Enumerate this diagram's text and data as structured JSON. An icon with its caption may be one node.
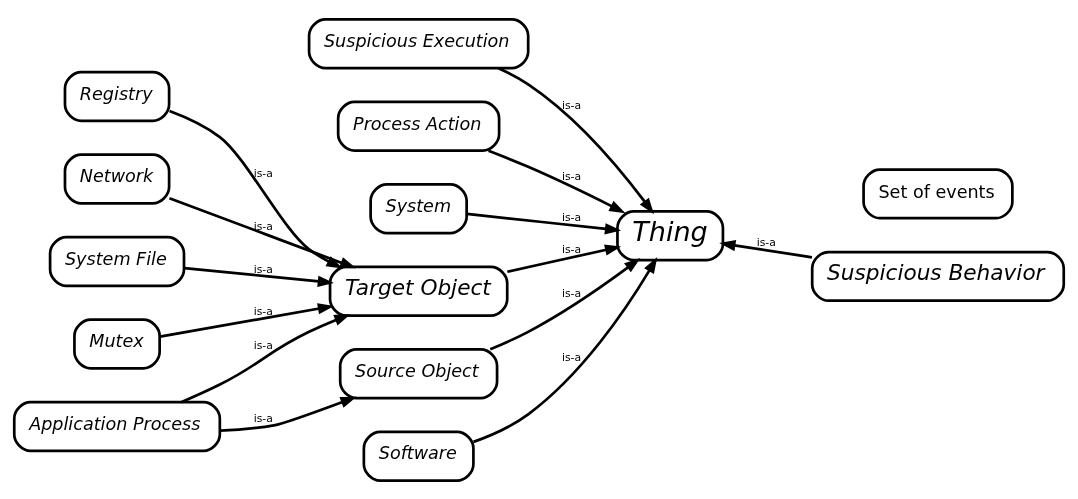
{
  "diagram": {
    "nodes": [
      {
        "text": [
          "Suspicious Execution"
        ]
      },
      {
        "text": [
          "Process Action"
        ]
      },
      {
        "text": [
          "Registry"
        ]
      },
      {
        "text": [
          "Network"
        ]
      },
      {
        "text": [
          "System"
        ]
      },
      {
        "text": [
          "System File"
        ]
      },
      {
        "text": [
          "Target Object"
        ]
      },
      {
        "text": [
          "Thing"
        ]
      },
      {
        "text": [
          "Mutex"
        ]
      },
      {
        "text": [
          "Suspicious Behavior"
        ]
      },
      {
        "text": [
          "Software"
        ]
      },
      {
        "text": [
          "Application Process"
        ]
      },
      {
        "text": [
          "Source Object"
        ]
      },
      {
        "text": [
          "Set of events"
        ]
      }
    ],
    "edges": [
      {
        "from": 0,
        "to": 7,
        "label": "is-a",
        "arrow": "to"
      },
      {
        "from": 1,
        "to": 7,
        "label": "is-a",
        "arrow": "to"
      },
      {
        "from": 2,
        "to": 6,
        "label": "is-a",
        "arrow": "to"
      },
      {
        "from": 3,
        "to": 6,
        "label": "is-a",
        "arrow": "to"
      },
      {
        "from": 4,
        "to": 7,
        "label": "is-a",
        "arrow": "to"
      },
      {
        "from": 5,
        "to": 6,
        "label": "is-a",
        "arrow": "to"
      },
      {
        "from": 6,
        "to": 7,
        "label": "is-a",
        "arrow": "to"
      },
      {
        "from": 9,
        "to": 7,
        "label": "is-a",
        "arrow": "to"
      },
      {
        "from": 8,
        "to": 6,
        "label": "is-a",
        "arrow": "to"
      },
      {
        "from": 10,
        "to": 7,
        "label": "is-a",
        "arrow": "to"
      },
      {
        "from": 11,
        "to": 6,
        "label": "is-a",
        "arrow": "to"
      },
      {
        "from": 12,
        "to": 7,
        "label": "is-a",
        "arrow": "to"
      },
      {
        "from": 11,
        "to": 12,
        "label": "is-a",
        "arrow": "to"
      }
    ]
  }
}
